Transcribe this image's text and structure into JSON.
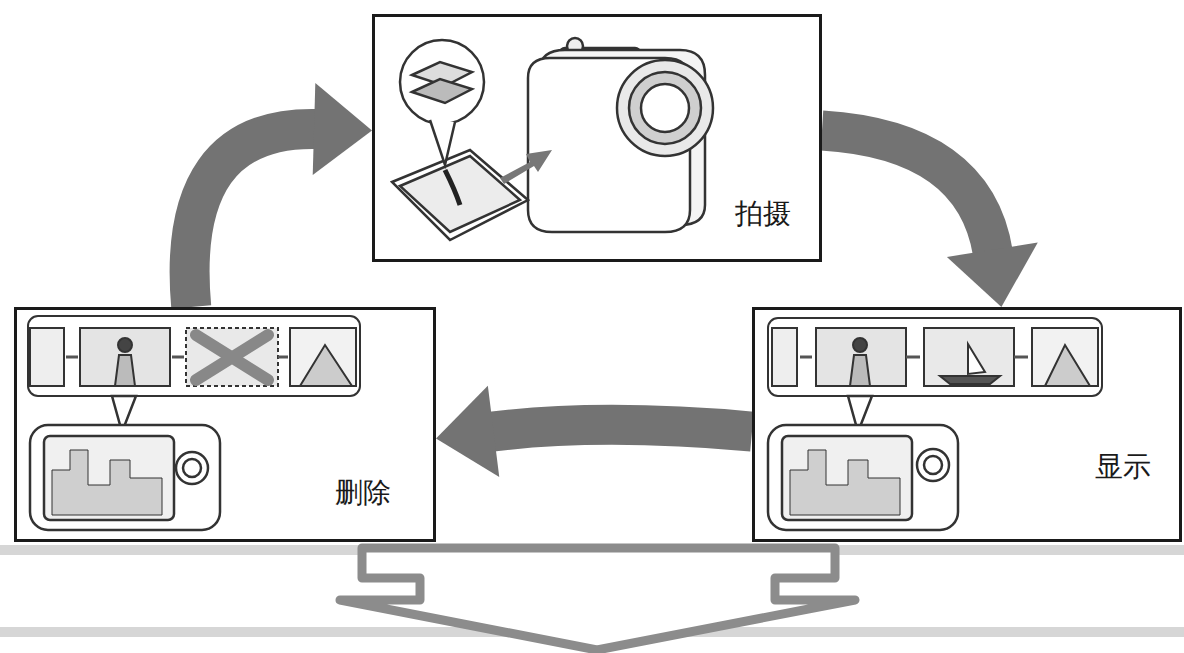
{
  "diagram": {
    "nodes": [
      {
        "text": [
          "拍摄"
        ]
      },
      {
        "text": [
          "显示"
        ]
      },
      {
        "text": [
          "删除"
        ]
      }
    ],
    "edges": [
      {
        "from": 0,
        "to": 1,
        "arrow": "to"
      },
      {
        "from": 1,
        "to": 2,
        "arrow": "to"
      },
      {
        "from": 2,
        "to": 0,
        "arrow": "to"
      }
    ]
  }
}
